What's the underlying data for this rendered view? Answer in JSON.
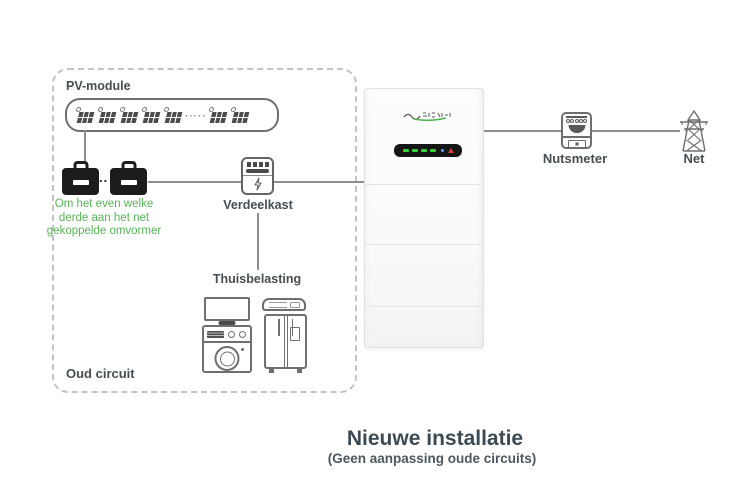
{
  "old_circuit": {
    "pv_label": "PV-module",
    "pv_panel_count": 7,
    "pv_ellipsis": "·····",
    "inverter_count": 2,
    "inverter_dots": "..",
    "note_lines": [
      "Om het even welke",
      "derde aan het net",
      "gekoppelde omvormer"
    ],
    "distribution_label": "Verdeelkast",
    "home_load_label": "Thuisbelasting",
    "box_label": "Oud circuit"
  },
  "right_section": {
    "utility_meter_label": "Nutsmeter",
    "grid_label": "Net"
  },
  "storage_unit": {
    "status_leds": {
      "green_dashes": 4,
      "blue_dot": 1,
      "red_indicator": 1
    }
  },
  "footer": {
    "title": "Nieuwe installatie",
    "subtitle": "(Geen aanpassing oude circuits)"
  },
  "colors": {
    "note_green": "#58b158",
    "label_dark": "#454e53",
    "title_dark": "#3c4a54",
    "connector_gray": "#8f8f8f",
    "icon_outline": "#6f6f6f",
    "led_green": "#39d039",
    "inverter_black": "#1c1c1c"
  },
  "icons": [
    "solar-panel-icon",
    "inverter-icon",
    "distribution-box-icon",
    "lightning-bolt-icon",
    "tv-icon",
    "washing-machine-icon",
    "air-conditioner-icon",
    "fridge-icon",
    "brand-logo",
    "status-display",
    "utility-meter-icon",
    "transmission-tower-icon"
  ]
}
